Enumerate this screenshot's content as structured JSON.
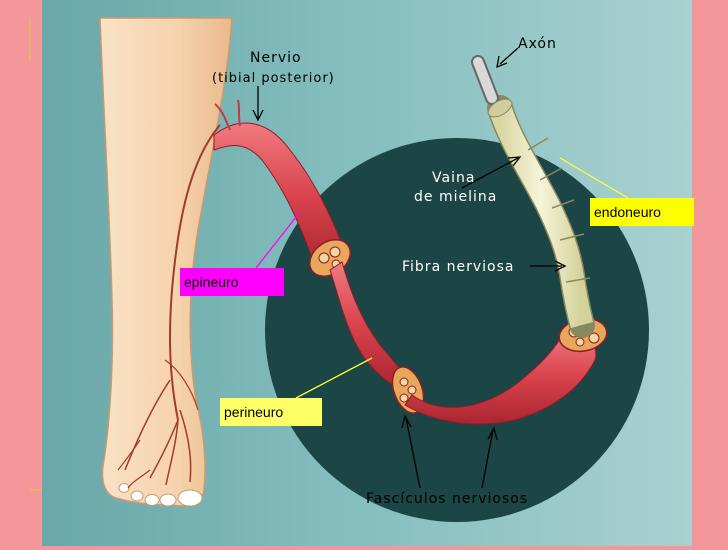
{
  "labels": {
    "nervio": "Nervio",
    "tibial": "(tibial posterior)",
    "axon": "Axón",
    "vaina_1": "Vaina",
    "vaina_2": "de mielina",
    "fibra": "Fibra nerviosa",
    "fasciculos": "Fascículos nerviosos"
  },
  "callouts": {
    "epineuro": "epineuro",
    "perineuro": "perineuro",
    "endoneuro": "endoneuro"
  },
  "colors": {
    "slide_background": "#f4979b",
    "panel_background": "#7fb8b8",
    "circle": "#1c4545",
    "skin": "#f7d7b2",
    "nerve": "#d9434d",
    "myelin": "#ecebc4",
    "epineuro_box": "#ff00ff",
    "perineuro_box": "#ffff66",
    "endoneuro_box": "#ffff00"
  }
}
